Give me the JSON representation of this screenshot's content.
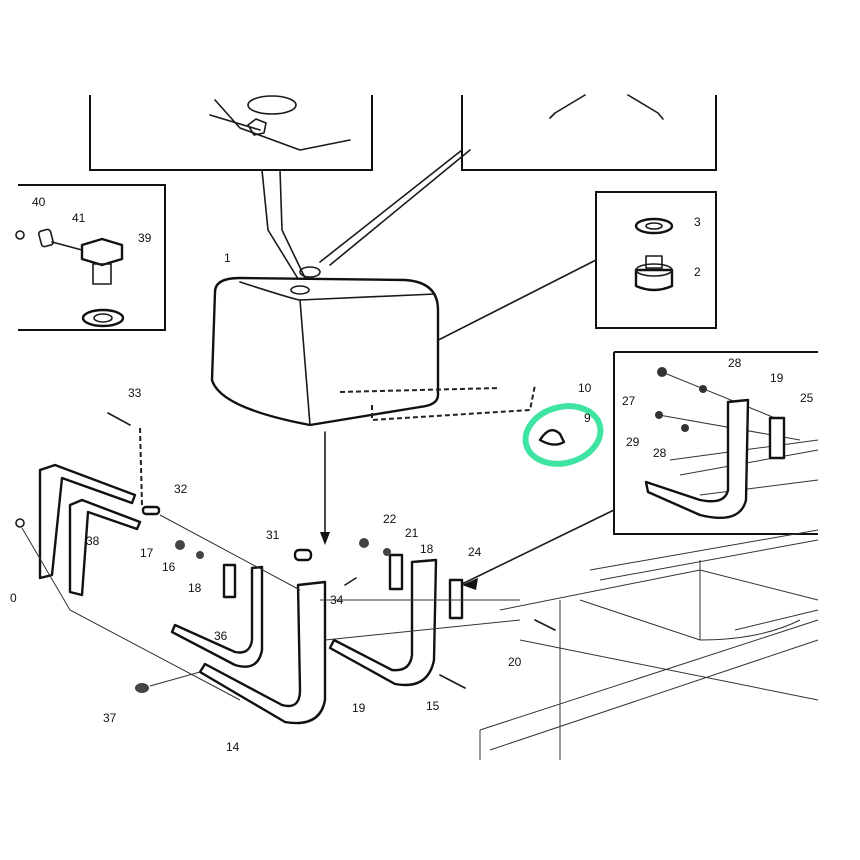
{
  "diagram": {
    "title": "Fuel tank mounting parts diagram",
    "highlight_color": "#3fe3a2",
    "labels": {
      "tank": "1",
      "ring": "3",
      "cap": "2",
      "part10": "10",
      "part9": "9",
      "part40": "40",
      "part41": "41",
      "part39": "39",
      "part33": "33",
      "part32": "32",
      "part38": "38",
      "part17": "17",
      "part16": "16",
      "part18a": "18",
      "part0": "0",
      "part36": "36",
      "part31": "31",
      "part22": "22",
      "part21": "21",
      "part18b": "18",
      "part24": "24",
      "part34": "34",
      "part20": "20",
      "part19a": "19",
      "part15": "15",
      "part37": "37",
      "part14": "14",
      "part28a": "28",
      "part19b": "19",
      "part25": "25",
      "part27": "27",
      "part29": "29",
      "part28b": "28"
    }
  }
}
